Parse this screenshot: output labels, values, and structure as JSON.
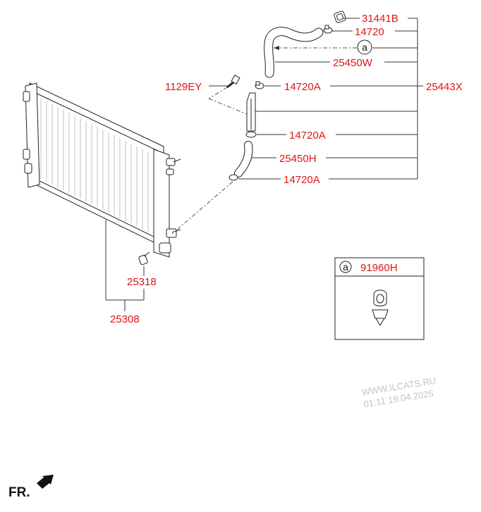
{
  "parts": {
    "p31441b": "31441B",
    "p14720": "14720",
    "p25450w": "25450W",
    "p1129ey": "1129EY",
    "p14720a_1": "14720A",
    "p25443x": "25443X",
    "p14720a_2": "14720A",
    "p25450h": "25450H",
    "p14720a_3": "14720A",
    "p25318": "25318",
    "p25308": "25308"
  },
  "callout": {
    "marker": "a",
    "part": "91960H"
  },
  "watermark": {
    "line1": "WWW.ILCATS.RU",
    "line2": "01:11 19.04.2025"
  },
  "orientation": {
    "label": "FR."
  }
}
